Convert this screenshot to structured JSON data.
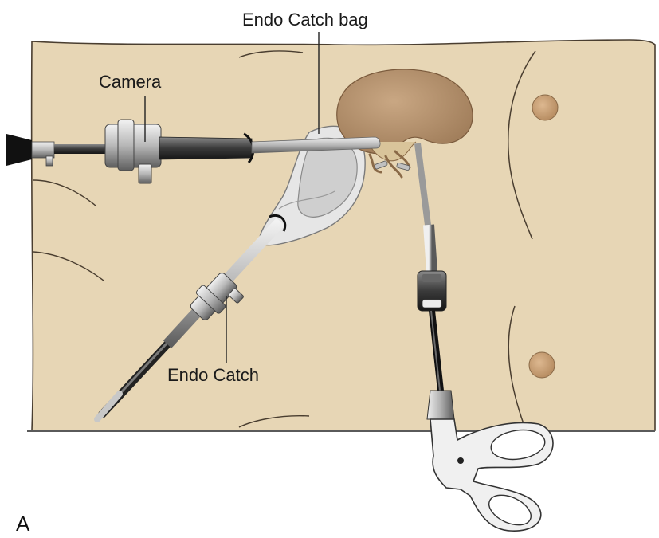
{
  "labels": {
    "camera": "Camera",
    "endo_catch_bag": "Endo Catch bag",
    "endo_catch": "Endo Catch",
    "panel": "A"
  },
  "colors": {
    "skin": "#e7d6b5",
    "skin_outline": "#4a3e30",
    "kidney": "#b89572",
    "kidney_shade": "#9c7a58",
    "nipple": "#cfa67c",
    "metal_light": "#e4e4e4",
    "metal_mid": "#a9a9a9",
    "metal_dark": "#3d3d3d",
    "bag": "#d4d4d4",
    "table_line": "#5a5a5a"
  }
}
